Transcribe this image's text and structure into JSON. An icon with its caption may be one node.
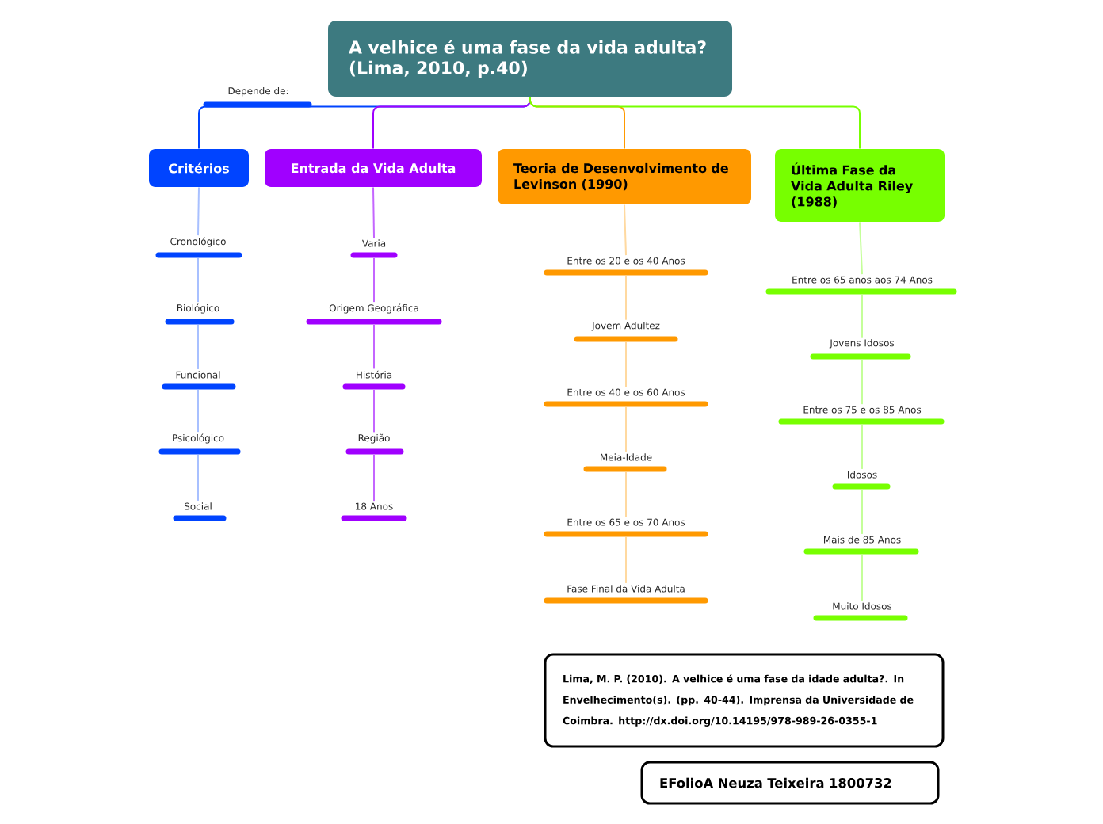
{
  "diagram": {
    "nodes": [
      {
        "text": [
          "A velhice é uma fase da vida adulta? (Lima, 2010, p.40)"
        ]
      },
      {
        "text": [
          "Depende de:"
        ]
      },
      {
        "text": [
          "Critérios"
        ]
      },
      {
        "text": [
          "Entrada da Vida Adulta"
        ]
      },
      {
        "text": [
          "Teoria de Desenvolvimento de Levinson (1990)"
        ]
      },
      {
        "text": [
          "Última Fase da Vida Adulta Riley (1988)"
        ]
      },
      {
        "text": [
          "Cronológico"
        ]
      },
      {
        "text": [
          "Biológico"
        ]
      },
      {
        "text": [
          "Funcional"
        ]
      },
      {
        "text": [
          "Psicológico"
        ]
      },
      {
        "text": [
          "Social"
        ]
      },
      {
        "text": [
          "Varia"
        ]
      },
      {
        "text": [
          "Origem Geográfica"
        ]
      },
      {
        "text": [
          "História"
        ]
      },
      {
        "text": [
          "Região"
        ]
      },
      {
        "text": [
          "18 Anos"
        ]
      },
      {
        "text": [
          "Entre os 20 e os 40 Anos"
        ]
      },
      {
        "text": [
          "Jovem Adultez"
        ]
      },
      {
        "text": [
          "Entre os 40 e os 60 Anos"
        ]
      },
      {
        "text": [
          "Meia-Idade"
        ]
      },
      {
        "text": [
          "Entre os 65 e os 70 Anos"
        ]
      },
      {
        "text": [
          "Fase Final da Vida Adulta"
        ]
      },
      {
        "text": [
          "Entre os 65 anos aos 74 Anos"
        ]
      },
      {
        "text": [
          "Jovens Idosos"
        ]
      },
      {
        "text": [
          "Entre os 75 e os 85 Anos"
        ]
      },
      {
        "text": [
          "Idosos"
        ]
      },
      {
        "text": [
          "Mais de 85 Anos"
        ]
      },
      {
        "text": [
          "Muito Idosos"
        ]
      },
      {
        "text": [
          "Lima, M. P. (2010). A velhice é uma fase da idade adulta?. In Envelhecimento(s). (pp. 40-44). Imprensa da Universidade de Coimbra. http://dx.doi.org/10.14195/978-989-26-0355-1"
        ]
      },
      {
        "text": [
          "EFolioA Neuza Teixeira 1800732"
        ]
      }
    ],
    "edges": [
      {
        "from": 0,
        "to": 2,
        "arrow": "none",
        "color": "#0044ff"
      },
      {
        "from": 0,
        "to": 3,
        "arrow": "none",
        "color": "#a000ff"
      },
      {
        "from": 0,
        "to": 4,
        "arrow": "none",
        "color": "#ff9900"
      },
      {
        "from": 0,
        "to": 5,
        "arrow": "none",
        "color": "#77ff00"
      },
      {
        "from": 2,
        "to": 6,
        "arrow": "none",
        "color": "#a8c0ff"
      },
      {
        "from": 6,
        "to": 7,
        "arrow": "none",
        "color": "#a8c0ff"
      },
      {
        "from": 7,
        "to": 8,
        "arrow": "none",
        "color": "#a8c0ff"
      },
      {
        "from": 8,
        "to": 9,
        "arrow": "none",
        "color": "#a8c0ff"
      },
      {
        "from": 9,
        "to": 10,
        "arrow": "none",
        "color": "#a8c0ff"
      },
      {
        "from": 3,
        "to": 11,
        "arrow": "none",
        "color": "#c466ff"
      },
      {
        "from": 11,
        "to": 12,
        "arrow": "none",
        "color": "#c466ff"
      },
      {
        "from": 12,
        "to": 13,
        "arrow": "none",
        "color": "#c466ff"
      },
      {
        "from": 13,
        "to": 14,
        "arrow": "none",
        "color": "#c466ff"
      },
      {
        "from": 14,
        "to": 15,
        "arrow": "none",
        "color": "#c466ff"
      },
      {
        "from": 4,
        "to": 16,
        "arrow": "none",
        "color": "#ffd9a0"
      },
      {
        "from": 16,
        "to": 17,
        "arrow": "none",
        "color": "#ffd9a0"
      },
      {
        "from": 17,
        "to": 18,
        "arrow": "none",
        "color": "#ffd9a0"
      },
      {
        "from": 18,
        "to": 19,
        "arrow": "none",
        "color": "#ffd9a0"
      },
      {
        "from": 19,
        "to": 20,
        "arrow": "none",
        "color": "#ffd9a0"
      },
      {
        "from": 20,
        "to": 21,
        "arrow": "none",
        "color": "#ffd9a0"
      },
      {
        "from": 5,
        "to": 22,
        "arrow": "none",
        "color": "#c4ff99"
      },
      {
        "from": 22,
        "to": 23,
        "arrow": "none",
        "color": "#c4ff99"
      },
      {
        "from": 23,
        "to": 24,
        "arrow": "none",
        "color": "#c4ff99"
      },
      {
        "from": 24,
        "to": 25,
        "arrow": "none",
        "color": "#c4ff99"
      },
      {
        "from": 25,
        "to": 26,
        "arrow": "none",
        "color": "#c4ff99"
      },
      {
        "from": 26,
        "to": 27,
        "arrow": "none",
        "color": "#c4ff99"
      }
    ]
  }
}
